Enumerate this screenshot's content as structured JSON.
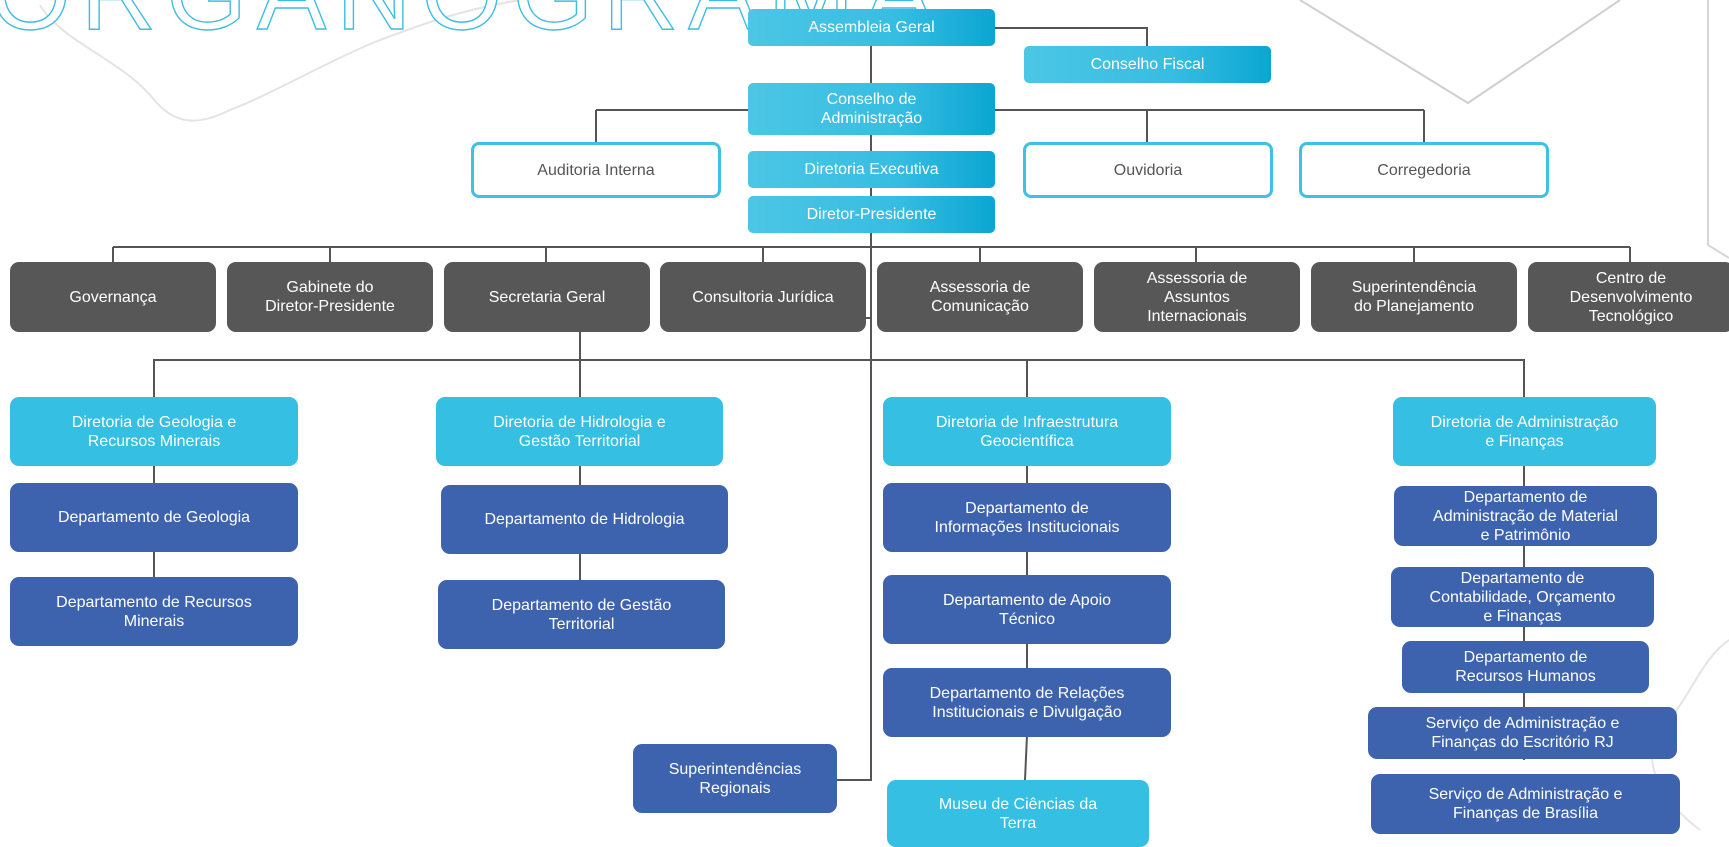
{
  "title": "ORGANOGRAMA",
  "top": {
    "assembleia": "Assembleia Geral",
    "conselho_fiscal": "Conselho Fiscal",
    "conselho_admin": "Conselho de\nAdministração",
    "auditoria": "Auditoria Interna",
    "ouvidoria": "Ouvidoria",
    "corregedoria": "Corregedoria",
    "diretoria_executiva": "Diretoria Executiva",
    "diretor_presidente": "Diretor-Presidente"
  },
  "staff": [
    "Governança",
    "Gabinete do\nDiretor-Presidente",
    "Secretaria Geral",
    "Consultoria Jurídica",
    "Assessoria de\nComunicação",
    "Assessoria de\nAssuntos\nInternacionais",
    "Superintendência\ndo Planejamento",
    "Centro de\nDesenvolvimento\nTecnológico"
  ],
  "directorates": {
    "geologia": {
      "title": "Diretoria de Geologia e\nRecursos Minerais",
      "depts": [
        "Departamento de Geologia",
        "Departamento de Recursos\nMinerais"
      ]
    },
    "hidrologia": {
      "title": "Diretoria de Hidrologia e\nGestão Territorial",
      "depts": [
        "Departamento de Hidrologia",
        "Departamento de Gestão\nTerritorial"
      ]
    },
    "infraestrutura": {
      "title": "Diretoria de Infraestrutura\nGeocientífica",
      "depts": [
        "Departamento de\nInformações Institucionais",
        "Departamento de Apoio\nTécnico",
        "Departamento de Relações\nInstitucionais e Divulgação"
      ],
      "museu": "Museu de Ciências da\nTerra"
    },
    "administracao": {
      "title": "Diretoria de Administração\ne Finanças",
      "depts": [
        "Departamento de\nAdministração de Material\ne Patrimônio",
        "Departamento de\nContabilidade, Orçamento\ne Finanças",
        "Departamento de\nRecursos Humanos",
        "Serviço de Administração e\nFinanças do Escritório RJ",
        "Serviço de Administração e\nFinanças de Brasília"
      ]
    }
  },
  "superintendencias": "Superintendências\nRegionais",
  "colors": {
    "cyan": "#34bfe3",
    "blue": "#3d63ae",
    "dark": "#575757",
    "outline": "#3cc2e4",
    "connector": "#555555"
  }
}
